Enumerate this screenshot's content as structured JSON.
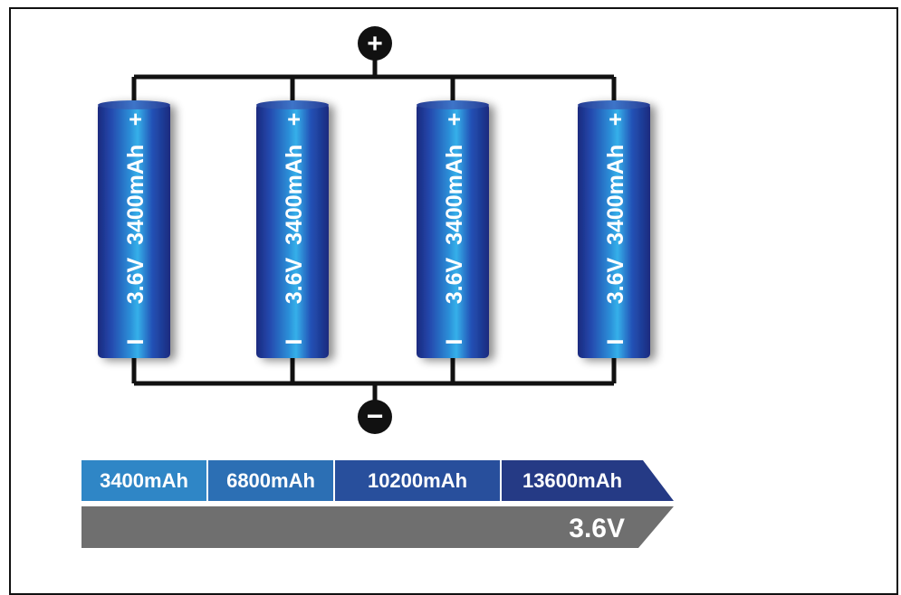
{
  "terminals": {
    "positive": "+",
    "negative": "−"
  },
  "batteries": [
    {
      "label": "3.6V  3400mAh",
      "plus": "+",
      "minus": "I"
    },
    {
      "label": "3.6V  3400mAh",
      "plus": "+",
      "minus": "I"
    },
    {
      "label": "3.6V  3400mAh",
      "plus": "+",
      "minus": "I"
    },
    {
      "label": "3.6V  3400mAh",
      "plus": "+",
      "minus": "I"
    }
  ],
  "capacity_bar": {
    "segments": [
      "3400mAh",
      "6800mAh",
      "10200mAh",
      "13600mAh"
    ],
    "colors": [
      "#2f86c6",
      "#2c6fb4",
      "#284f9c",
      "#253a85"
    ]
  },
  "voltage_bar": {
    "label": "3.6V",
    "color": "#6f6f6f"
  },
  "colors": {
    "wire": "#111111",
    "battery_dark": "#1b2f8a",
    "battery_mid": "#2450b8",
    "battery_light": "#37a9e6"
  }
}
